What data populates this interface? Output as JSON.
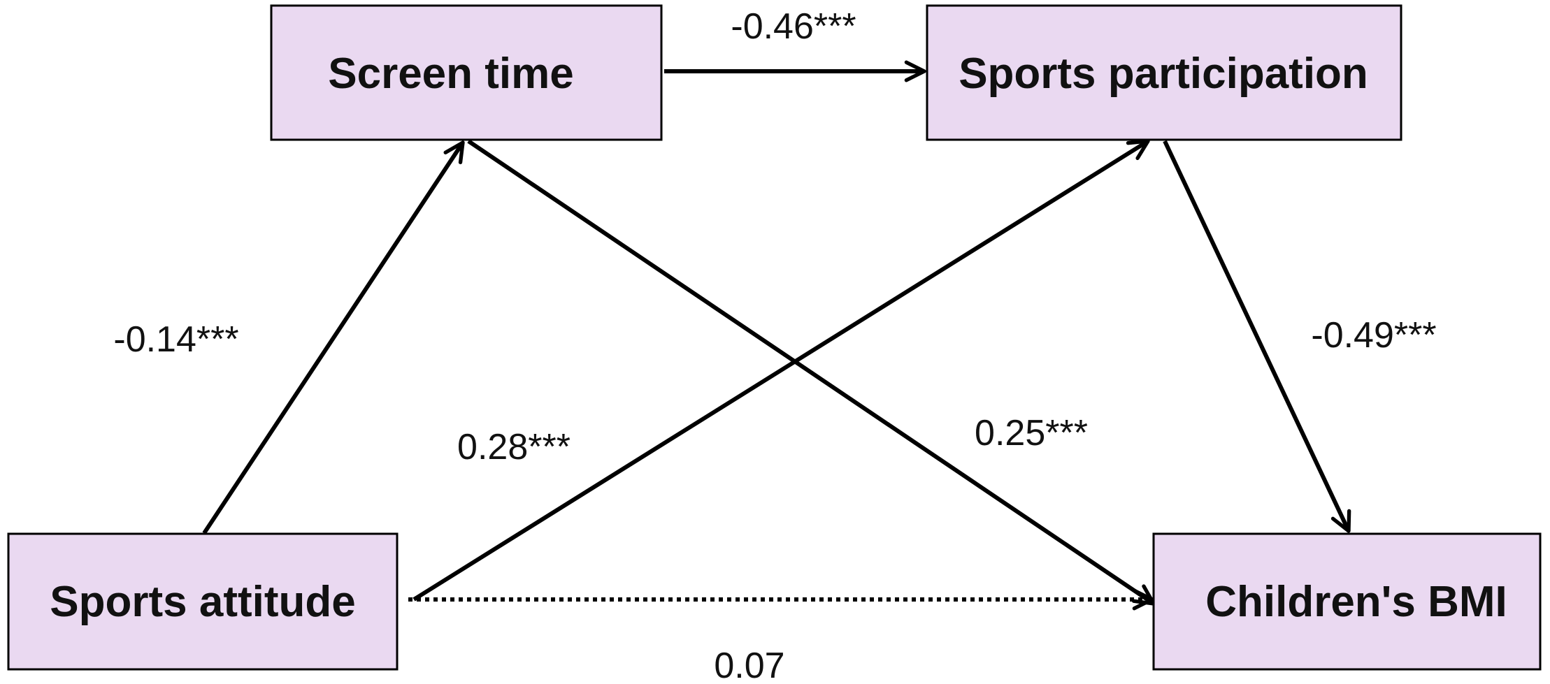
{
  "nodes": {
    "screen_time": "Screen time",
    "sports_participation": "Sports participation",
    "sports_attitude": "Sports attitude",
    "childrens_bmi": "Children's BMI"
  },
  "edges": {
    "screen_to_participation": "-0.46***",
    "attitude_to_screen": "-0.14***",
    "attitude_to_participation": "0.28***",
    "screen_to_bmi": "0.25***",
    "participation_to_bmi": "-0.49***",
    "attitude_to_bmi": "0.07"
  },
  "colors": {
    "box_fill": "#ead9f1",
    "stroke": "#000000"
  }
}
